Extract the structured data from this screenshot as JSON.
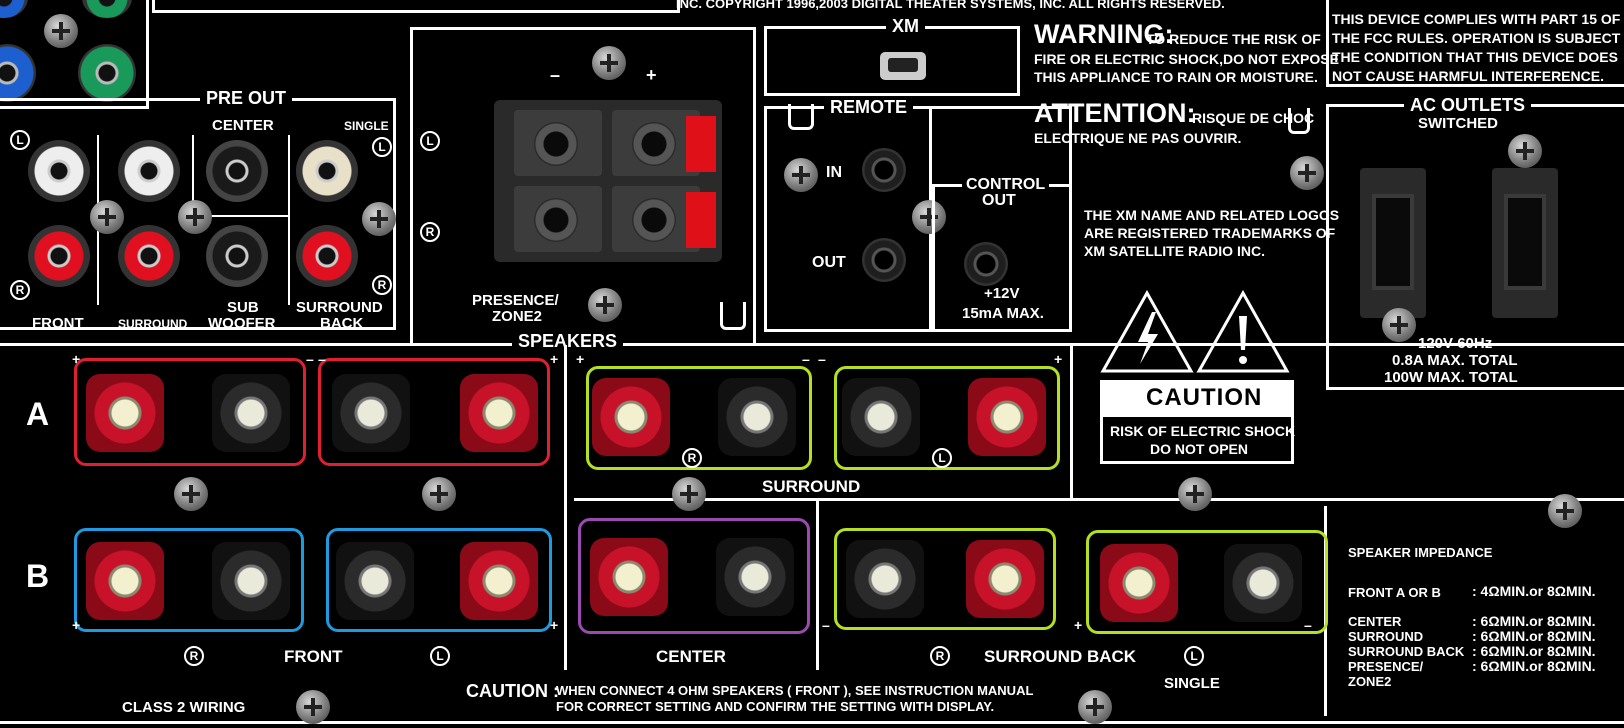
{
  "header": {
    "copyright": "INC. COPYRIGHT 1996,2003 DIGITAL THEATER SYSTEMS, INC. ALL RIGHTS RESERVED."
  },
  "pre_out": {
    "title": "PRE OUT",
    "center": "CENTER",
    "single": "SINGLE",
    "front": "FRONT",
    "surround": "SURROUND",
    "sub_woofer_1": "SUB",
    "sub_woofer_2": "WOOFER",
    "surround_back_1": "SURROUND",
    "surround_back_2": "BACK",
    "l_mark": "L",
    "r_mark": "R"
  },
  "presence": {
    "minus": "–",
    "plus": "+",
    "label_1": "PRESENCE/",
    "label_2": "ZONE2",
    "l_mark": "L",
    "r_mark": "R"
  },
  "xm": {
    "title": "XM",
    "notice_1": "THE XM NAME AND RELATED LOGOS",
    "notice_2": "ARE REGISTERED TRADEMARKS OF",
    "notice_3": "XM SATELLITE RADIO INC."
  },
  "remote": {
    "title": "REMOTE",
    "in": "IN",
    "out": "OUT",
    "control_1": "CONTROL",
    "control_2": "OUT",
    "voltage": "+12V",
    "current": "15mA MAX."
  },
  "warning": {
    "heading": "WARNING:",
    "line_1": "TO REDUCE THE RISK OF",
    "line_2": "FIRE OR ELECTRIC SHOCK,DO NOT EXPOSE",
    "line_3": "THIS APPLIANCE TO RAIN OR MOISTURE.",
    "attention": "ATTENTION:",
    "att_line_1": "RISQUE DE CHOC",
    "att_line_2": "ELECTRIQUE NE PAS OUVRIR."
  },
  "fcc": {
    "line_1": "THIS DEVICE COMPLIES WITH PART 15 OF",
    "line_2": "THE FCC RULES. OPERATION IS SUBJECT TO",
    "line_3": "THE CONDITION THAT THIS DEVICE DOES",
    "line_4": "NOT CAUSE HARMFUL INTERFERENCE."
  },
  "ac": {
    "title": "AC OUTLETS",
    "switched": "SWITCHED",
    "line_1": "120V 60Hz",
    "line_2": "0.8A MAX.  TOTAL",
    "line_3": "100W MAX.  TOTAL"
  },
  "caution_sign": {
    "title": "CAUTION",
    "line_1": "RISK OF ELECTRIC SHOCK",
    "line_2": "DO NOT OPEN"
  },
  "speakers": {
    "title": "SPEAKERS",
    "row_a": "A",
    "row_b": "B",
    "surround": "SURROUND",
    "front": "FRONT",
    "center": "CENTER",
    "surround_back": "SURROUND BACK",
    "single": "SINGLE",
    "class2": "CLASS 2 WIRING",
    "r_mark": "R",
    "l_mark": "L",
    "plus": "+",
    "minus": "–"
  },
  "caution_note": {
    "heading": "CAUTION :",
    "line_1": "WHEN CONNECT 4 OHM SPEAKERS ( FRONT ), SEE INSTRUCTION MANUAL",
    "line_2": "FOR CORRECT SETTING  AND CONFIRM THE SETTING WITH DISPLAY."
  },
  "impedance": {
    "title": "SPEAKER IMPEDANCE",
    "front_label": "FRONT A OR B",
    "front_vals": ":  4ΩMIN.or  8ΩMIN.",
    "others": [
      "CENTER",
      "SURROUND",
      "SURROUND BACK",
      "PRESENCE/",
      "ZONE2"
    ],
    "other_vals": [
      ":  6ΩMIN.or  8ΩMIN.",
      ":  6ΩMIN.or  8ΩMIN.",
      ":  6ΩMIN.or  8ΩMIN.",
      ":  6ΩMIN.or  8ΩMIN."
    ]
  },
  "colors": {
    "front_a": "#e02030",
    "front_b": "#1e9be0",
    "surround": "#b4e020",
    "center": "#9a4ab0",
    "panel": "#000000",
    "print": "#ffffff"
  }
}
